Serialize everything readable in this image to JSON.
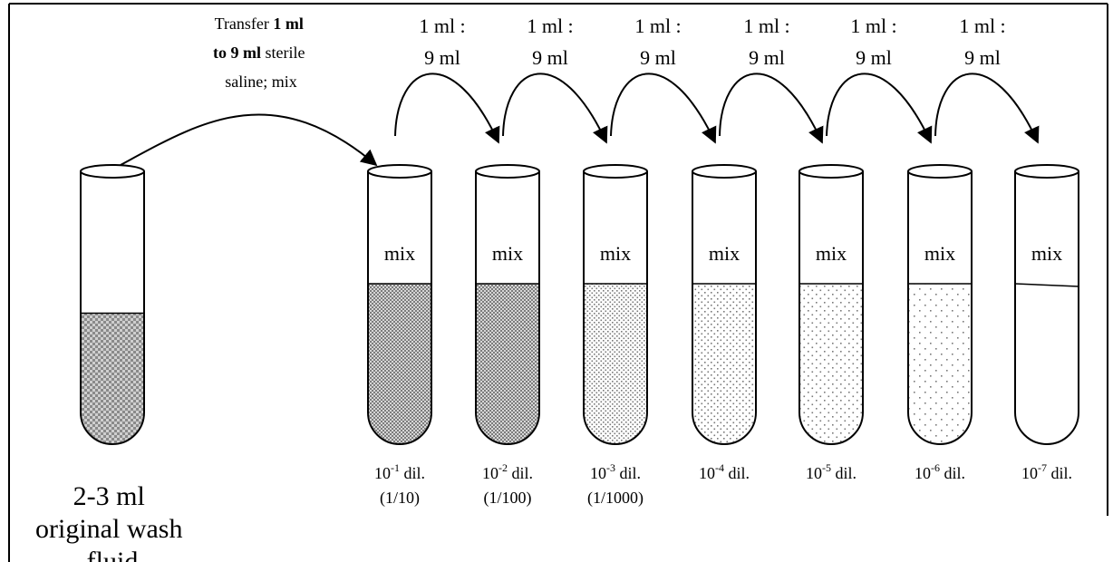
{
  "transfer_note": {
    "line1_prefix": "Transfer ",
    "line1_bold": "1 ml",
    "line2_bold": "to 9 ml",
    "line2_suffix": " sterile",
    "line3": "saline; mix"
  },
  "ratio_labels": [
    {
      "line1": "1 ml :",
      "line2": "9 ml"
    },
    {
      "line1": "1 ml :",
      "line2": "9 ml"
    },
    {
      "line1": "1 ml :",
      "line2": "9 ml"
    },
    {
      "line1": "1 ml :",
      "line2": "9 ml"
    },
    {
      "line1": "1 ml :",
      "line2": "9 ml"
    },
    {
      "line1": "1 ml :",
      "line2": "9 ml"
    }
  ],
  "original_tube": {
    "caption_lines": [
      "2-3 ml",
      "original wash",
      "fluid"
    ],
    "fill_level": 0.5
  },
  "tubes": [
    {
      "mix": "mix",
      "base": "10",
      "exp": "-1",
      "suffix": " dil.",
      "fraction": "(1/10)",
      "density": 1.0
    },
    {
      "mix": "mix",
      "base": "10",
      "exp": "-2",
      "suffix": " dil.",
      "fraction": "(1/100)",
      "density": 0.85
    },
    {
      "mix": "mix",
      "base": "10",
      "exp": "-3",
      "suffix": " dil.",
      "fraction": "(1/1000)",
      "density": 0.7
    },
    {
      "mix": "mix",
      "base": "10",
      "exp": "-4",
      "suffix": " dil.",
      "fraction": "",
      "density": 0.45
    },
    {
      "mix": "mix",
      "base": "10",
      "exp": "-5",
      "suffix": " dil.",
      "fraction": "",
      "density": 0.3
    },
    {
      "mix": "mix",
      "base": "10",
      "exp": "-6",
      "suffix": " dil.",
      "fraction": "",
      "density": 0.18
    },
    {
      "mix": "mix",
      "base": "10",
      "exp": "-7",
      "suffix": " dil.",
      "fraction": "",
      "density": 0.0
    }
  ],
  "colors": {
    "ink": "#000000",
    "stipple": "#7a7a7a",
    "background": "#ffffff"
  }
}
